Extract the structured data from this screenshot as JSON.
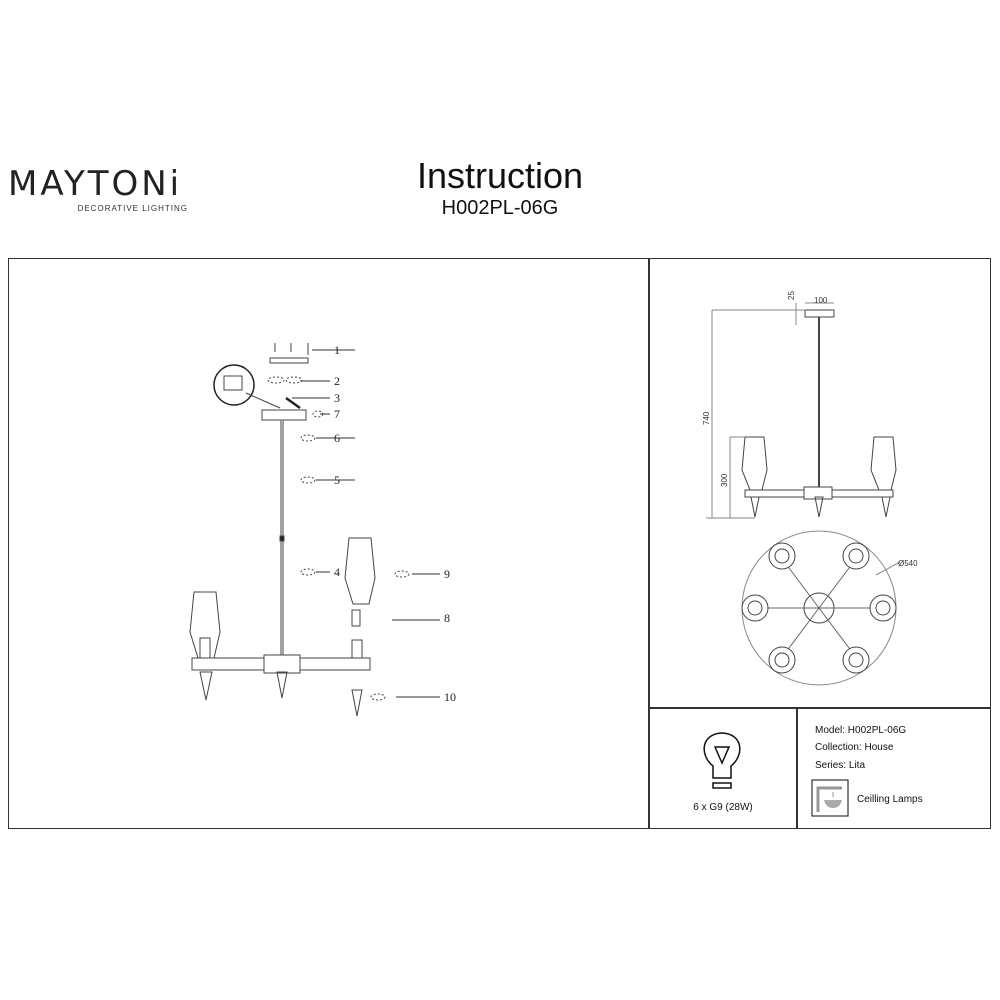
{
  "header": {
    "brand": "MAYTONi",
    "brand_tagline": "DECORATIVE LIGHTING",
    "title": "Instruction",
    "model_code": "H002PL-06G"
  },
  "assembly": {
    "part_numbers": [
      "1",
      "2",
      "3",
      "7",
      "6",
      "5",
      "4",
      "9",
      "8",
      "10"
    ]
  },
  "dimensions": {
    "canopy_height": "25",
    "canopy_width": "100",
    "total_height": "740",
    "lamp_height": "300",
    "diameter": "Ø540"
  },
  "bulb": {
    "label": "6 x G9 (28W)"
  },
  "specs": {
    "model": "Model: H002PL-06G",
    "collection": "Collection: House",
    "series": "Series: Lita",
    "category": "Ceilling Lamps"
  }
}
